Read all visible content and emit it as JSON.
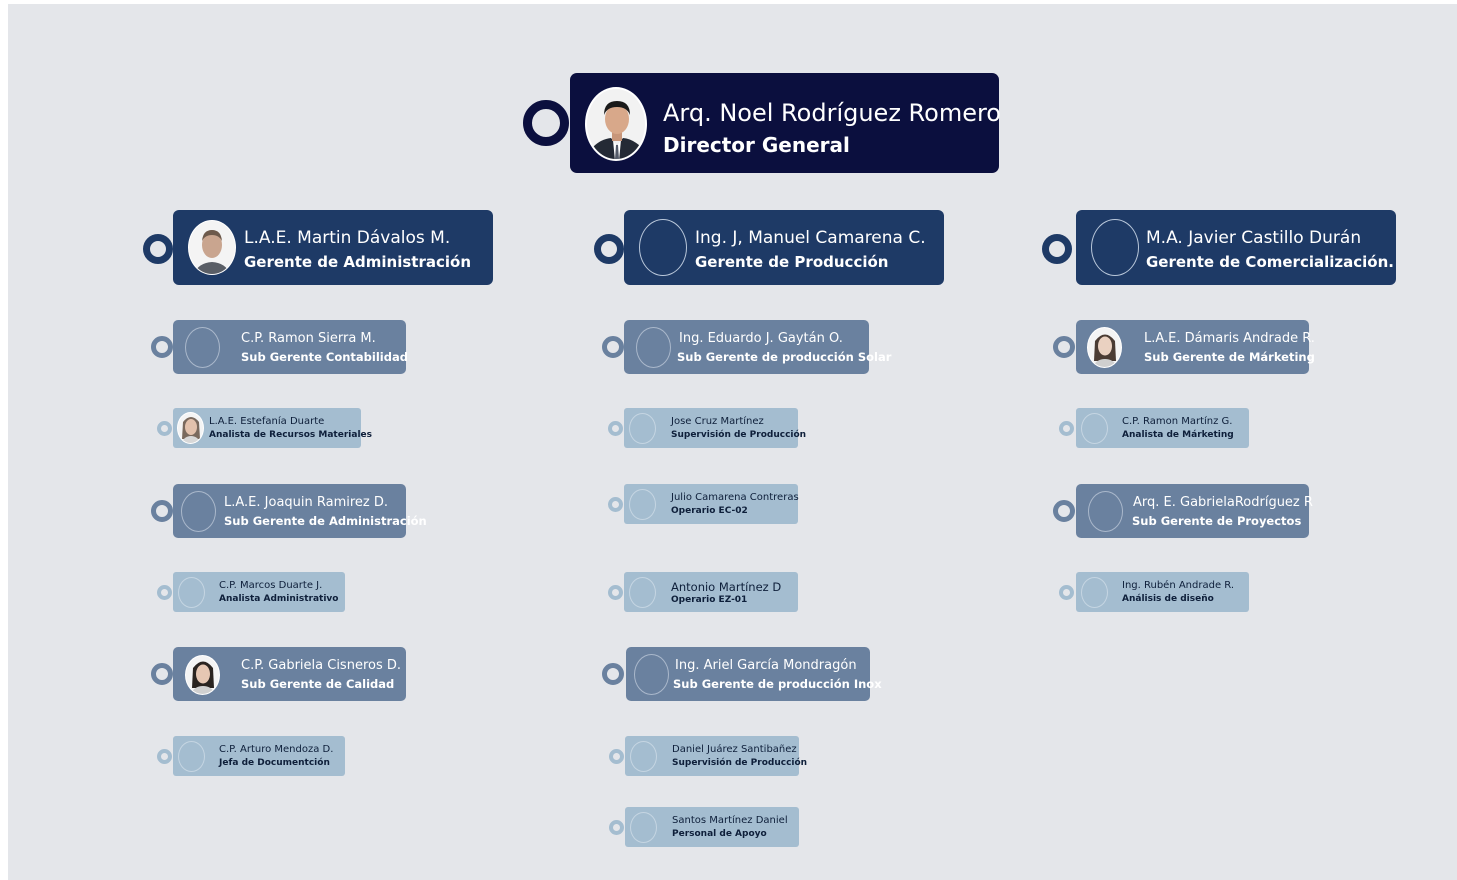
{
  "director": {
    "name": "Arq. Noel Rodríguez Romero",
    "role": "Director General",
    "photo": "man-suit-photo"
  },
  "managers": [
    {
      "name": "L.A.E. Martin Dávalos M.",
      "role": "Gerente de Administración",
      "photo": "man-photo",
      "staff": [
        {
          "name": "C.P. Ramon Sierra M.",
          "role": "Sub Gerente Contabilidad",
          "level": 2
        },
        {
          "name": "L.A.E. Estefanía Duarte",
          "role": "Analista de Recursos Materiales",
          "level": 3,
          "photo": "woman-photo"
        },
        {
          "name": "L.A.E. Joaquin Ramirez D.",
          "role": "Sub Gerente de Administración",
          "level": 2
        },
        {
          "name": "C.P. Marcos Duarte J.",
          "role": "Analista Administrativo",
          "level": 3
        },
        {
          "name": "C.P. Gabriela Cisneros D.",
          "role": "Sub Gerente de Calidad",
          "level": 2,
          "photo": "woman-photo"
        },
        {
          "name": "C.P. Arturo Mendoza D.",
          "role": "Jefa de Documentción",
          "level": 3
        }
      ]
    },
    {
      "name": "Ing. J, Manuel Camarena C.",
      "role": "Gerente de Producción",
      "staff": [
        {
          "name": "Ing. Eduardo J. Gaytán O.",
          "role": "Sub Gerente de producción Solar",
          "level": 2
        },
        {
          "name": "Jose Cruz Martínez",
          "role": "Supervisión de Producción",
          "level": 3
        },
        {
          "name": "Julio Camarena Contreras",
          "role": "Operario EC-02",
          "level": 3
        },
        {
          "name": "Antonio Martínez D",
          "role": "Operario EZ-01",
          "level": 3
        },
        {
          "name": "Ing. Ariel García Mondragón",
          "role": "Sub Gerente de producción Inox",
          "level": 2
        },
        {
          "name": "Daniel Juárez Santibañez",
          "role": "Supervisión de Producción",
          "level": 3
        },
        {
          "name": "Santos Martínez Daniel",
          "role": "Personal  de Apoyo",
          "level": 3
        }
      ]
    },
    {
      "name": "M.A. Javier Castillo Durán",
      "role": "Gerente de Comercialización.",
      "staff": [
        {
          "name": "L.A.E. Dámaris Andrade R.",
          "role": "Sub Gerente de Márketing",
          "level": 2,
          "photo": "woman-photo"
        },
        {
          "name": "C.P. Ramon Martínz G.",
          "role": "Analista de Márketing",
          "level": 3
        },
        {
          "name": "Arq. E. GabrielaRodríguez R",
          "role": "Sub Gerente de Proyectos",
          "level": 2
        },
        {
          "name": "Ing. Rubén Andrade R.",
          "role": "Análisis de diseño",
          "level": 3
        }
      ]
    }
  ],
  "colors": {
    "background": "#e4e6ea",
    "director": "#0b0f3e",
    "manager": "#1e3a66",
    "sub_manager": "#6a819f",
    "staff": "#a4bdd0"
  }
}
